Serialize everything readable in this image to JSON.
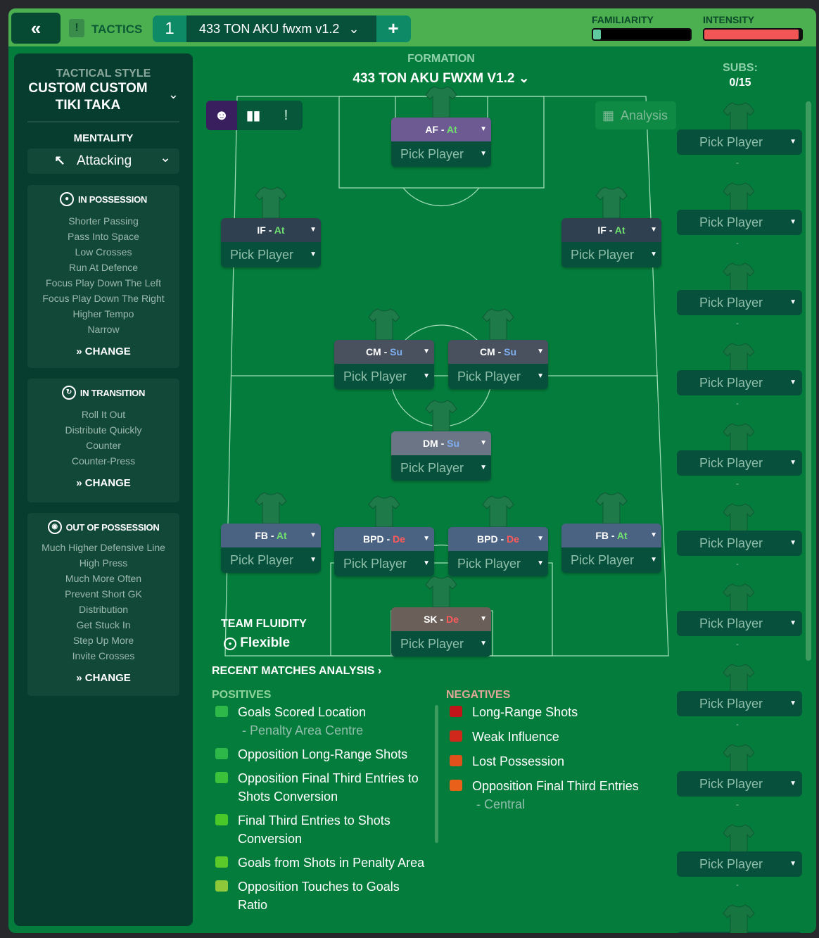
{
  "header": {
    "back_icon": "double-chevron-left",
    "tactics_label": "TACTICS",
    "slot": "1",
    "tactic_name": "433 TON AKU fwxm v1.2",
    "add": "+",
    "familiarity_label": "FAMILIARITY",
    "familiarity": 0.08,
    "intensity_label": "INTENSITY",
    "intensity": 0.97
  },
  "left": {
    "style_label": "TACTICAL STYLE",
    "style_value_1": "CUSTOM CUSTOM",
    "style_value_2": "TIKI TAKA",
    "mentality_label": "MENTALITY",
    "mentality": "Attacking",
    "in_possession": {
      "title": "IN POSSESSION",
      "items": [
        "Shorter Passing",
        "Pass Into Space",
        "Low Crosses",
        "Run At Defence",
        "Focus Play Down The Left",
        "Focus Play Down The Right",
        "Higher Tempo",
        "Narrow"
      ],
      "change": "CHANGE"
    },
    "in_transition": {
      "title": "IN TRANSITION",
      "items": [
        "Roll It Out",
        "Distribute Quickly",
        "Counter",
        "Counter-Press"
      ],
      "change": "CHANGE"
    },
    "out_of_possession": {
      "title": "OUT OF POSSESSION",
      "items": [
        "Much Higher Defensive Line",
        "High Press",
        "Much More Often",
        "Prevent Short GK",
        "Distribution",
        "Get Stuck In",
        "Step Up More",
        "Invite Crosses"
      ],
      "change": "CHANGE"
    }
  },
  "formation": {
    "label": "FORMATION",
    "name": "433 TON AKU FWXM V1.2",
    "analysis": "Analysis",
    "subs_label": "SUBS:",
    "subs_count": "0/15",
    "pick": "Pick Player",
    "sep": " - ",
    "players": [
      {
        "pos": "AF",
        "duty": "At"
      },
      {
        "pos": "IF",
        "duty": "At"
      },
      {
        "pos": "IF",
        "duty": "At"
      },
      {
        "pos": "CM",
        "duty": "Su"
      },
      {
        "pos": "CM",
        "duty": "Su"
      },
      {
        "pos": "DM",
        "duty": "Su"
      },
      {
        "pos": "FB",
        "duty": "At"
      },
      {
        "pos": "BPD",
        "duty": "De"
      },
      {
        "pos": "BPD",
        "duty": "De"
      },
      {
        "pos": "FB",
        "duty": "At"
      },
      {
        "pos": "SK",
        "duty": "De"
      }
    ],
    "fluidity_label": "TEAM FLUIDITY",
    "fluidity": "Flexible",
    "sub_dash": "-"
  },
  "analysis": {
    "title": "RECENT MATCHES ANALYSIS",
    "positives_label": "POSITIVES",
    "negatives_label": "NEGATIVES",
    "positives": [
      {
        "t": "Goals Scored Location",
        "s": "- Penalty Area Centre"
      },
      {
        "t": "Opposition Long-Range Shots"
      },
      {
        "t": "Opposition Final Third Entries to Shots Conversion"
      },
      {
        "t": "Final Third Entries to Shots Conversion"
      },
      {
        "t": "Goals from Shots in Penalty Area"
      },
      {
        "t": "Opposition Touches to Goals Ratio"
      }
    ],
    "negatives": [
      {
        "t": "Long-Range Shots"
      },
      {
        "t": "Weak Influence"
      },
      {
        "t": "Lost Possession"
      },
      {
        "t": "Opposition Final Third Entries",
        "s": "- Central"
      }
    ]
  }
}
